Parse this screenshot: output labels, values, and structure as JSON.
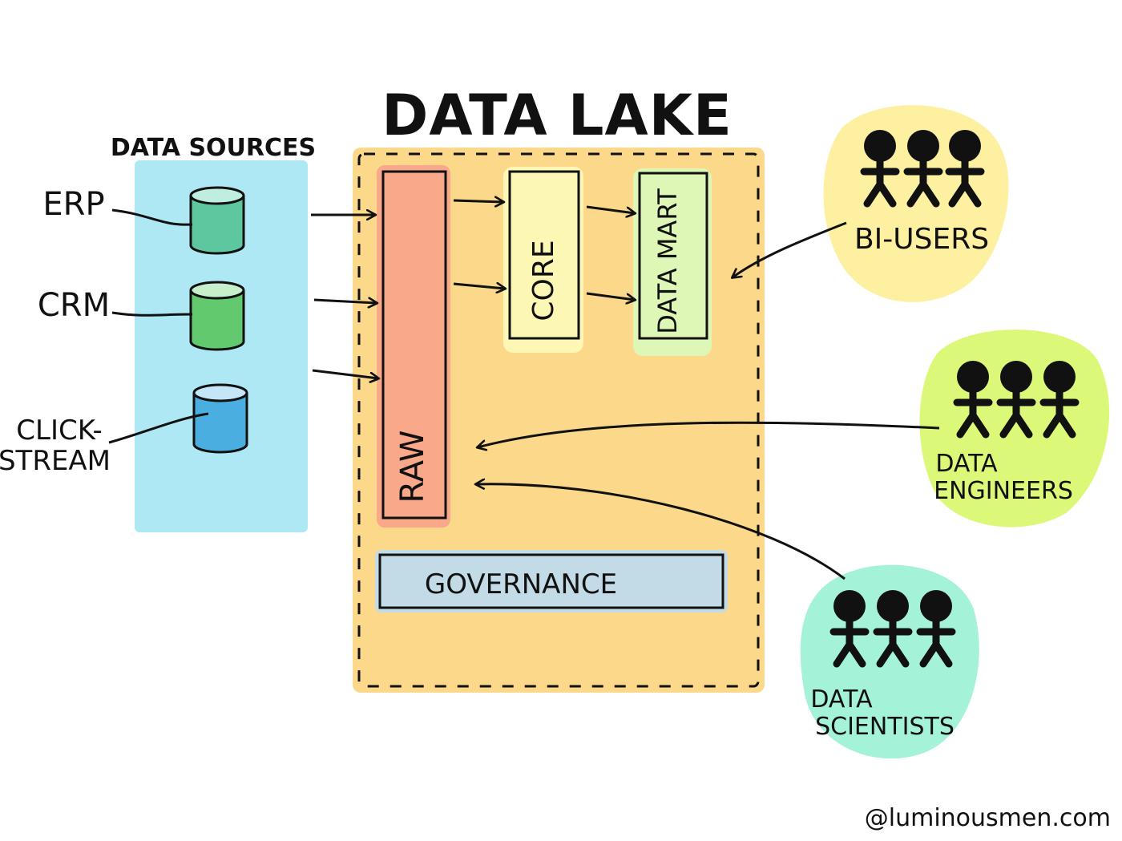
{
  "title": "DATA LAKE",
  "sources": {
    "heading": "DATA SOURCES",
    "items": [
      {
        "label": "ERP",
        "color": "#5dc8a0"
      },
      {
        "label": "CRM",
        "color": "#62c96e"
      },
      {
        "label_line1": "CLICK-",
        "label_line2": "STREAM",
        "color": "#4aaee0"
      }
    ]
  },
  "layers": {
    "raw": "RAW",
    "core": "CORE",
    "data_mart": "DATA MART",
    "governance": "GOVERNANCE"
  },
  "users": {
    "bi": "BI-USERS",
    "engineers_line1": "DATA",
    "engineers_line2": "ENGINEERS",
    "scientists_line1": "DATA",
    "scientists_line2": "SCIENTISTS"
  },
  "credit": "@luminousmen.com",
  "colors": {
    "sources_panel": "#aee8f4",
    "lake_panel": "#fcd88a",
    "raw": "#f9a98a",
    "core": "#fdf7b6",
    "data_mart": "#dff7b6",
    "governance": "#c2dbe6",
    "bi_blob": "#fdf0a0",
    "engineers_blob": "#dcf878",
    "scientists_blob": "#a4f2d8"
  }
}
